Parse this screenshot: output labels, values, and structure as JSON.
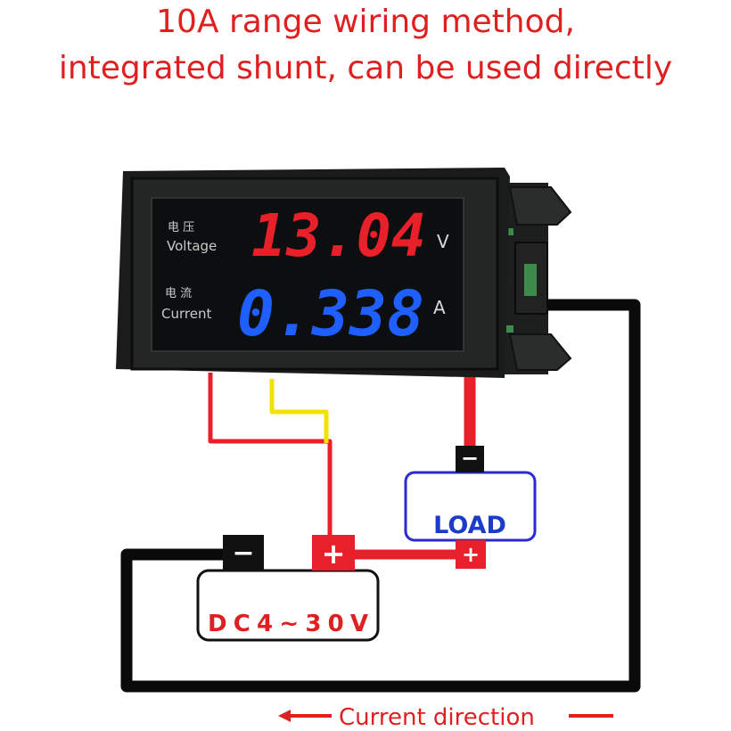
{
  "title": {
    "line1": "10A range wiring method,",
    "line2": "integrated shunt, can be used directly"
  },
  "meter": {
    "voltage_chinese": "电 压",
    "voltage_label": "Voltage",
    "voltage_reading": "13.04",
    "voltage_unit": "V",
    "current_chinese": "电 流",
    "current_label": "Current",
    "current_reading": "0.338",
    "current_unit": "A",
    "voltage_color": "#e8202a",
    "current_color": "#1f5fff"
  },
  "load": {
    "label": "LOAD",
    "minus": "−",
    "plus": "+"
  },
  "source": {
    "label": "DC4~30V",
    "minus": "−",
    "plus": "+"
  },
  "footer": {
    "current_direction": "Current direction"
  },
  "colors": {
    "title": "#e02020",
    "wire_red": "#e8202a",
    "wire_yellow": "#f2e200",
    "wire_black": "#0a0a0a",
    "label_blue": "#1a3cc8",
    "box_outline": "#2a2ad0"
  }
}
